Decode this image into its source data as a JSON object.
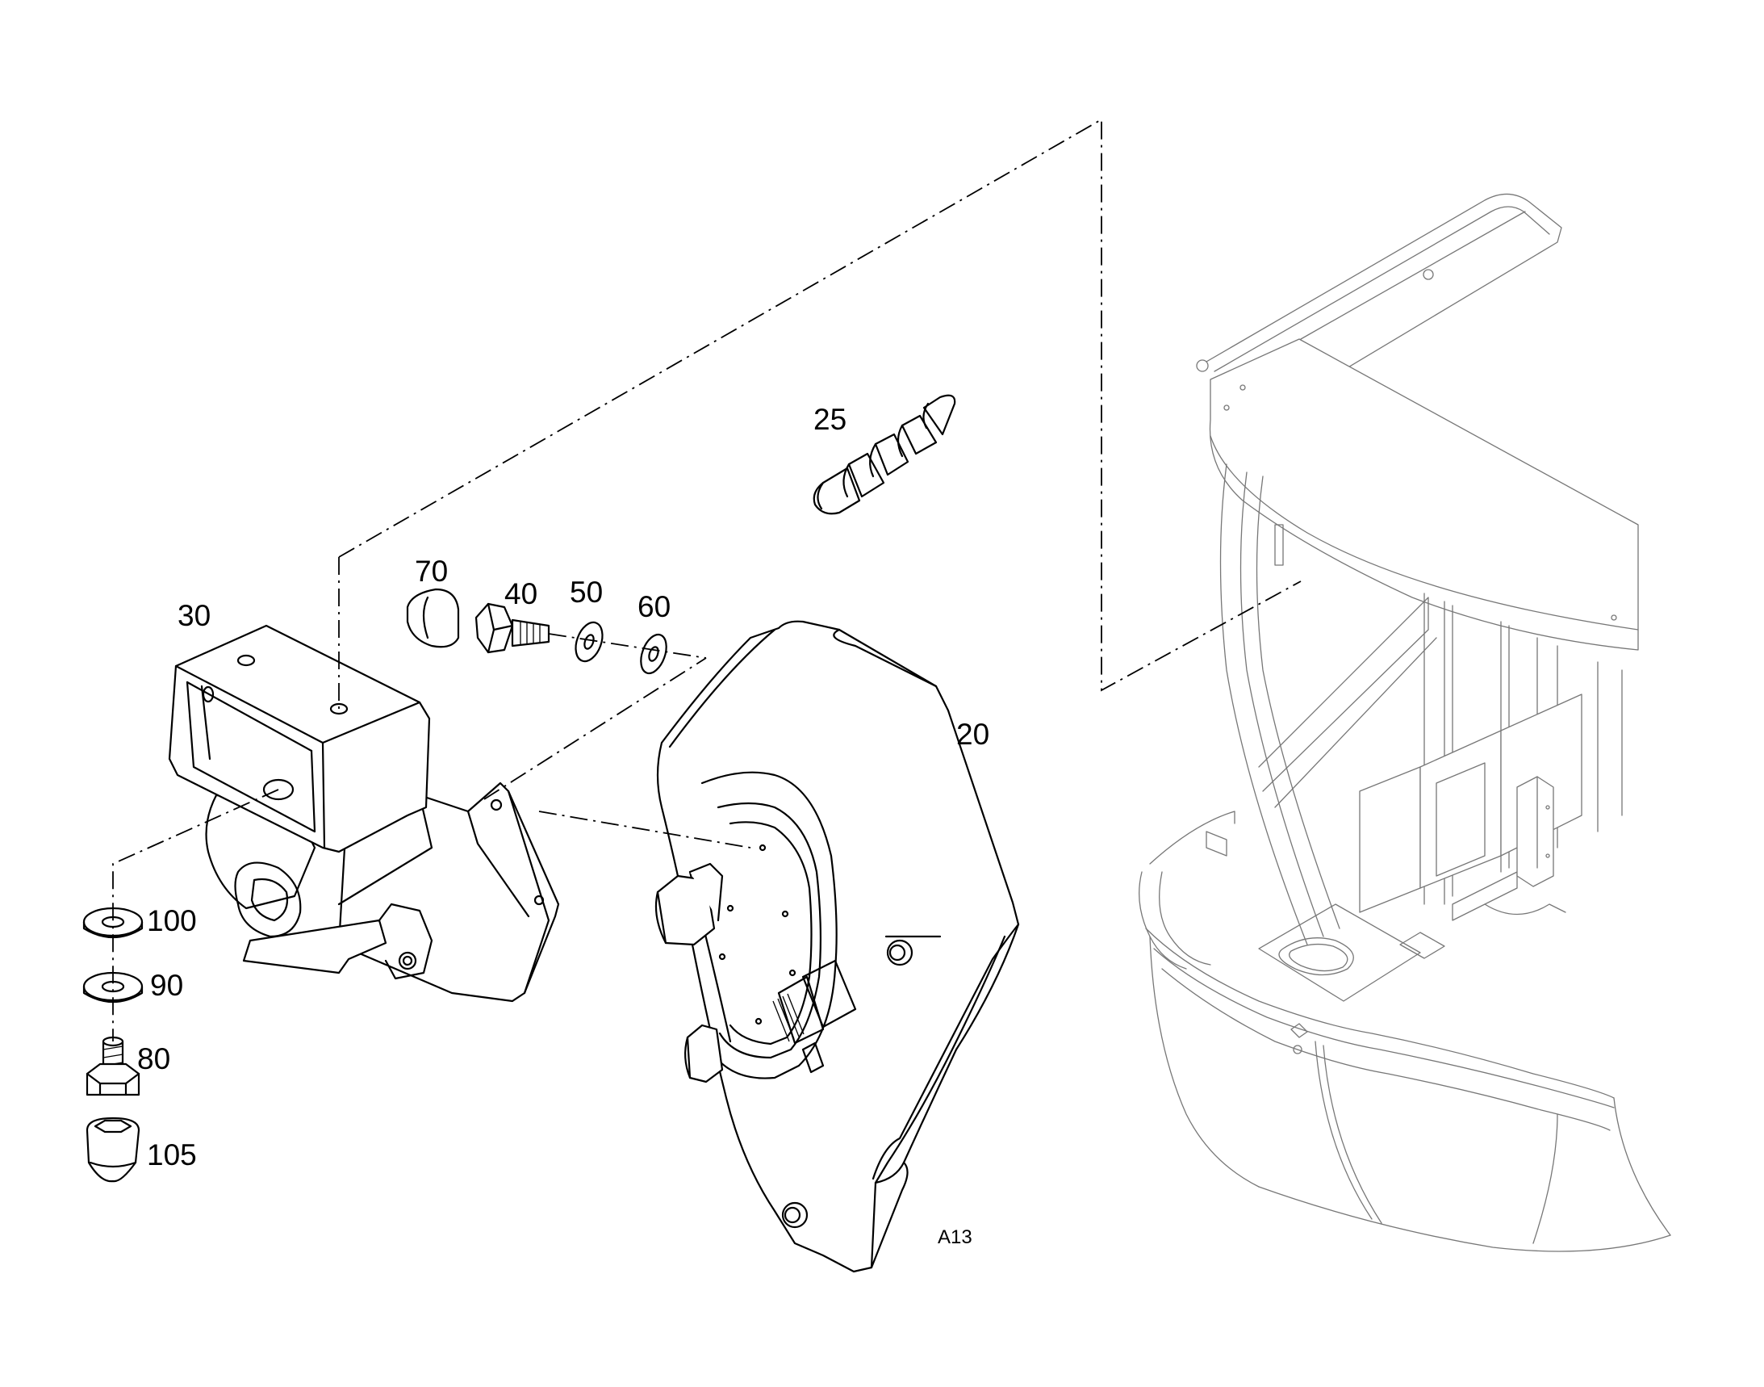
{
  "diagram": {
    "callouts": [
      {
        "id": "c20",
        "label": "20"
      },
      {
        "id": "c25",
        "label": "25"
      },
      {
        "id": "c30",
        "label": "30"
      },
      {
        "id": "c40",
        "label": "40"
      },
      {
        "id": "c50",
        "label": "50"
      },
      {
        "id": "c60",
        "label": "60"
      },
      {
        "id": "c70",
        "label": "70"
      },
      {
        "id": "c80",
        "label": "80"
      },
      {
        "id": "c90",
        "label": "90"
      },
      {
        "id": "c100",
        "label": "100"
      },
      {
        "id": "c105",
        "label": "105"
      }
    ],
    "reference": "A13"
  }
}
